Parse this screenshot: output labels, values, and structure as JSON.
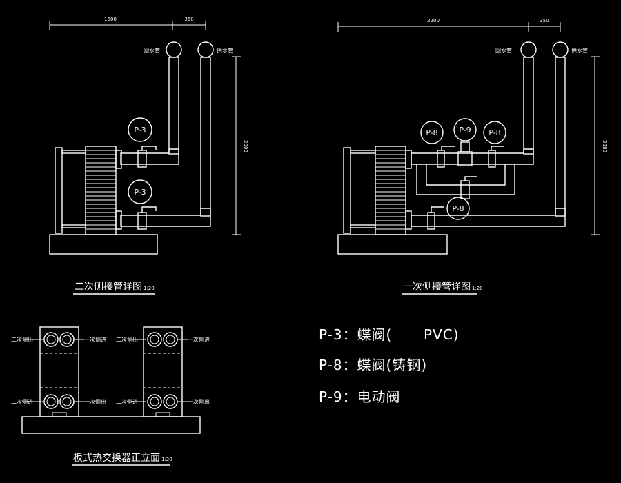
{
  "left_detail": {
    "dim_width": "1500",
    "dim_gap": "350",
    "dim_height": "2000",
    "pipe_label_left": "回水管",
    "pipe_label_right": "供水管",
    "valve_tag_top": "P-3",
    "valve_tag_bottom": "P-3",
    "caption": "二次侧接管详图",
    "scale": "1:20"
  },
  "right_detail": {
    "dim_width": "2200",
    "dim_gap": "350",
    "dim_height": "2280",
    "pipe_label_left": "回水管",
    "pipe_label_right": "供水管",
    "valve_tag_1": "P-8",
    "valve_tag_2": "P-9",
    "valve_tag_3": "P-8",
    "valve_tag_4": "P-8",
    "caption": "一次侧接管详图",
    "scale": "1:20"
  },
  "front_elevation": {
    "port_top_left": "二次侧出",
    "port_top_right": "一次侧进",
    "port_bottom_left": "二次侧进",
    "port_bottom_right": "一次侧出",
    "caption": "板式热交换器正立面",
    "scale": "1:20"
  },
  "legend": {
    "p3": "P-3：蝶阀(",
    "p3_material": "PVC)",
    "p8": "P-8：蝶阀(铸钢)",
    "p9": "P-9：电动阀"
  }
}
